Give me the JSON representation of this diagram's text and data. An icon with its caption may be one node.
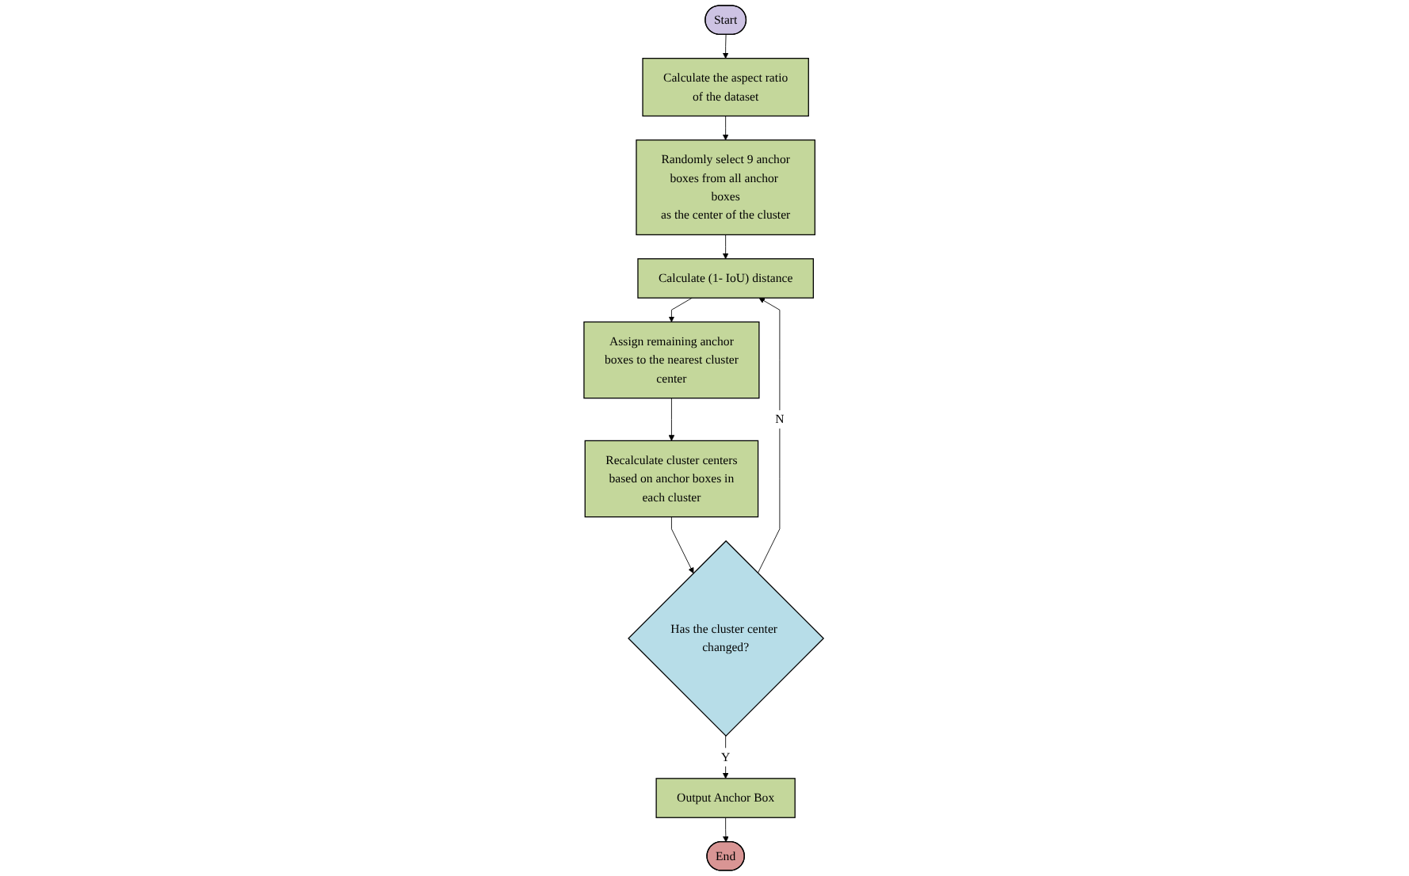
{
  "diagram": {
    "nodes": [
      {
        "text": [
          "Start"
        ]
      },
      {
        "text": [
          "Calculate the aspect ratio of the dataset"
        ]
      },
      {
        "text": [
          "Randomly select 9 anchor boxes from all anchor boxes as the center of the cluster"
        ]
      },
      {
        "text": [
          "Calculate (1- IoU) distance"
        ]
      },
      {
        "text": [
          "Assign remaining anchor boxes to the nearest cluster center"
        ]
      },
      {
        "text": [
          "Recalculate cluster centers based on anchor boxes in each cluster"
        ]
      },
      {
        "text": [
          "Has the cluster center changed?"
        ]
      },
      {
        "text": [
          "Output Anchor Box"
        ]
      },
      {
        "text": [
          "End"
        ]
      }
    ],
    "edges": [
      {
        "from": 0,
        "to": 1,
        "arrow": "to"
      },
      {
        "from": 1,
        "to": 2,
        "arrow": "to"
      },
      {
        "from": 2,
        "to": 3,
        "arrow": "to"
      },
      {
        "from": 3,
        "to": 4,
        "arrow": "to"
      },
      {
        "from": 4,
        "to": 5,
        "arrow": "to"
      },
      {
        "from": 5,
        "to": 6,
        "arrow": "to"
      },
      {
        "from": 6,
        "to": 7,
        "label": "Y",
        "arrow": "to"
      },
      {
        "from": 6,
        "to": 3,
        "label": "N",
        "arrow": "to"
      },
      {
        "from": 7,
        "to": 8,
        "arrow": "to"
      }
    ]
  }
}
